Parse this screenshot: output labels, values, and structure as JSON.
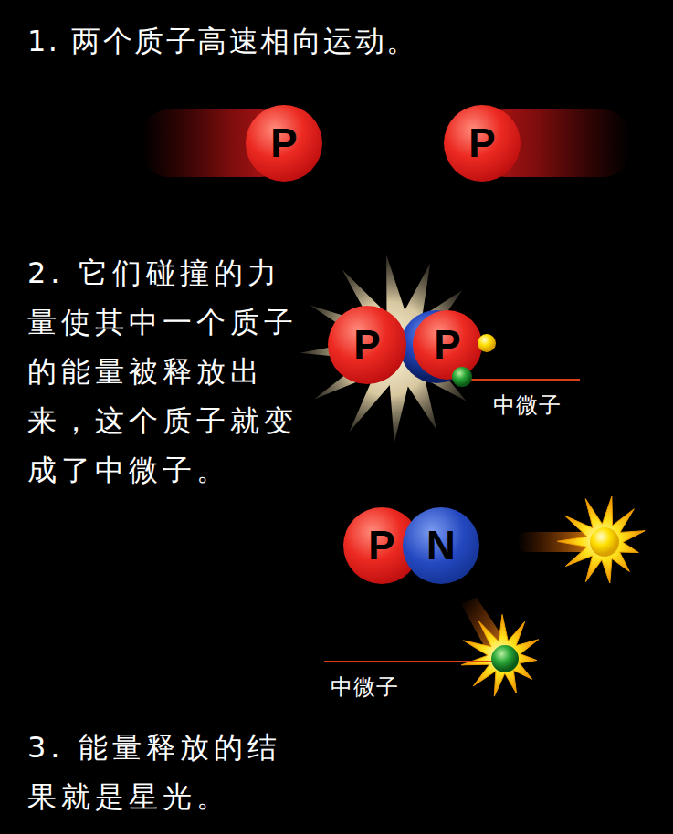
{
  "diagram": {
    "nodes": [
      {
        "text": [
          "P"
        ]
      },
      {
        "text": [
          "P"
        ]
      },
      {
        "text": [
          "P"
        ]
      },
      {
        "text": [
          "P"
        ]
      },
      {
        "text": [
          "P"
        ]
      },
      {
        "text": [
          "N"
        ]
      }
    ],
    "labels": [
      "1. 两个质子高速相向运动。",
      "2. 它们碰撞的力量使其中一个质子的能量被释放出来，这个质子就变成了中微子。",
      "中微子",
      "中微子",
      "3. 能量释放的结果就是星光。"
    ]
  }
}
